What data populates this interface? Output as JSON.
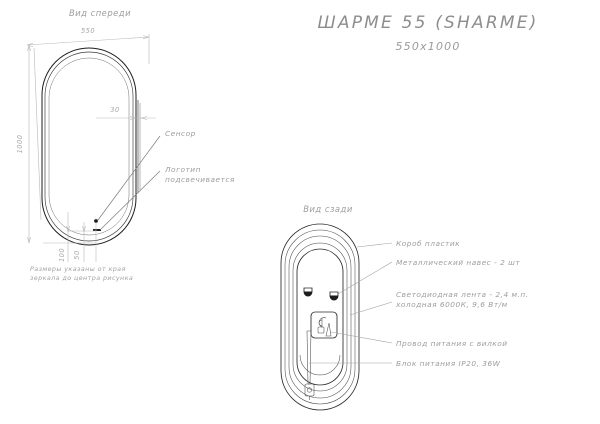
{
  "document": {
    "title": "ШАРМЕ 55 (SHARME)",
    "subtitle": "550x1000",
    "type": "technical-drawing",
    "background_color": "#ffffff",
    "line_color": "#1d1d1d",
    "dimension_color": "#b9b9b9",
    "text_color": "#9a9a9a"
  },
  "front_view": {
    "heading": "Вид спереди",
    "dimensions": {
      "width": "550",
      "height": "1000",
      "edge_thickness": "30",
      "logo_offset": "100",
      "sensor_offset": "50"
    },
    "callouts": [
      {
        "label": "Сенсор"
      },
      {
        "label": "Логотип\nподсвечивается",
        "line1": "Логотип",
        "line2": "подсвечивается"
      }
    ],
    "footnote": {
      "line1": "Размеры указаны от края",
      "line2": "зеркала до центра рисунка"
    }
  },
  "back_view": {
    "heading": "Вид сзади",
    "callouts": [
      {
        "label": "Короб пластик"
      },
      {
        "label": "Металлический навес - 2 шт"
      },
      {
        "label": "Светодиодная лента - 2,4 м.п.",
        "label2": "холодная 6000К, 9,6 Вт/м"
      },
      {
        "label": "Провод питания с вилкой"
      },
      {
        "label": "Блок питания IP20, 36W"
      }
    ]
  }
}
